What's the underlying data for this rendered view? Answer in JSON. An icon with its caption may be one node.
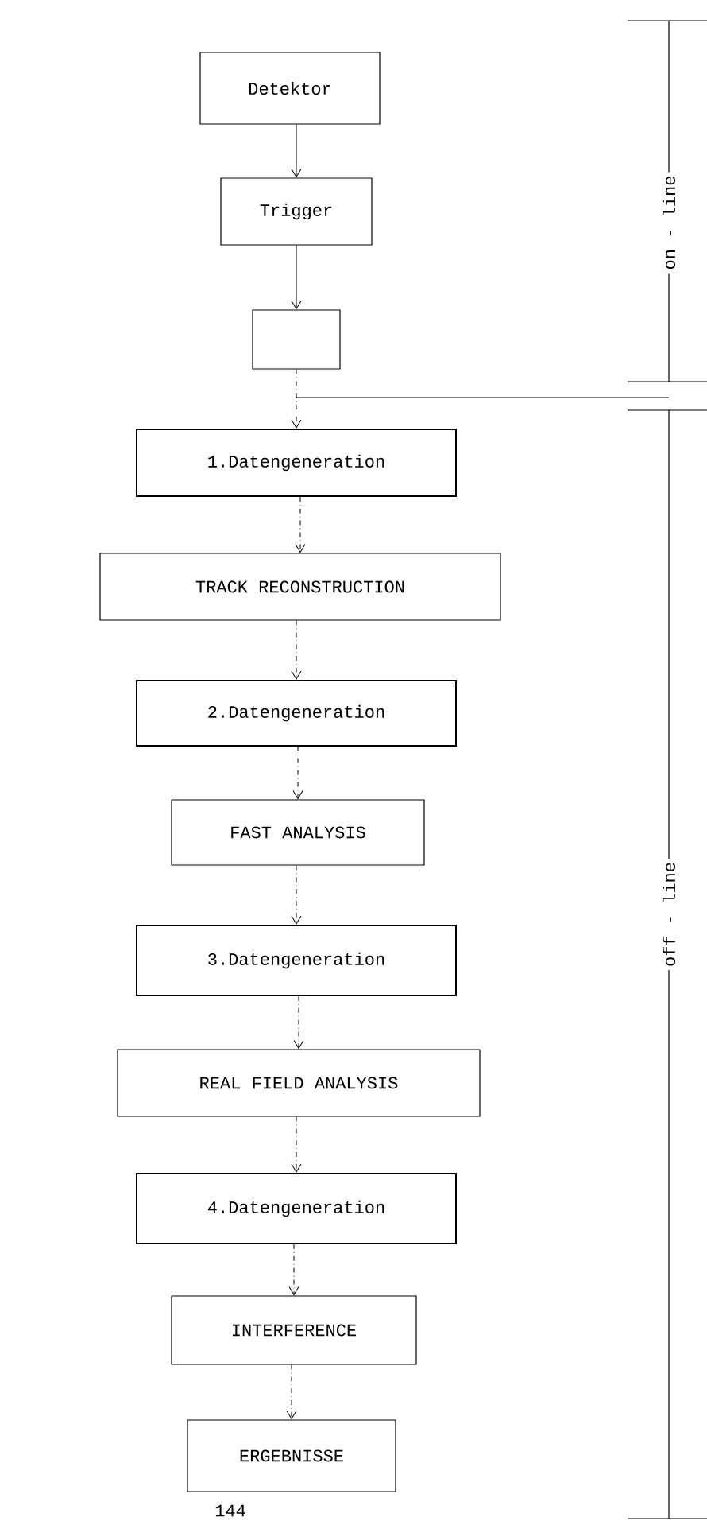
{
  "diagram": {
    "nodes": [
      {
        "text": [
          "Detektor"
        ]
      },
      {
        "text": [
          "Trigger"
        ]
      },
      {
        "text": [],
        "shape": "box"
      },
      {
        "text": [
          "1.Datengeneration"
        ]
      },
      {
        "text": [
          "TRACK  RECONSTRUCTION"
        ]
      },
      {
        "text": [
          "2.Datengeneration"
        ]
      },
      {
        "text": [
          "FAST ANALYSIS"
        ]
      },
      {
        "text": [
          "3.Datengeneration"
        ]
      },
      {
        "text": [
          "REAL FIELD ANALYSIS"
        ]
      },
      {
        "text": [
          "4.Datengeneration"
        ]
      },
      {
        "text": [
          "INTERFERENCE"
        ]
      },
      {
        "text": [
          "ERGEBNISSE"
        ]
      }
    ],
    "edges": [
      {
        "from": 0,
        "to": 1,
        "arrow": "to"
      },
      {
        "from": 1,
        "to": 2,
        "arrow": "to"
      },
      {
        "from": 2,
        "to": 3,
        "arrow": "to",
        "style": "dashed"
      },
      {
        "from": 3,
        "to": 4,
        "arrow": "to",
        "style": "dashed"
      },
      {
        "from": 4,
        "to": 5,
        "arrow": "to",
        "style": "dashed"
      },
      {
        "from": 5,
        "to": 6,
        "arrow": "to",
        "style": "dashed"
      },
      {
        "from": 6,
        "to": 7,
        "arrow": "to",
        "style": "dashed"
      },
      {
        "from": 7,
        "to": 8,
        "arrow": "to",
        "style": "dashed"
      },
      {
        "from": 8,
        "to": 9,
        "arrow": "to",
        "style": "dashed"
      },
      {
        "from": 9,
        "to": 10,
        "arrow": "to",
        "style": "dashed"
      },
      {
        "from": 10,
        "to": 11,
        "arrow": "to",
        "style": "dashed"
      }
    ],
    "labels": [
      "on - line",
      "off - line",
      "144"
    ]
  }
}
